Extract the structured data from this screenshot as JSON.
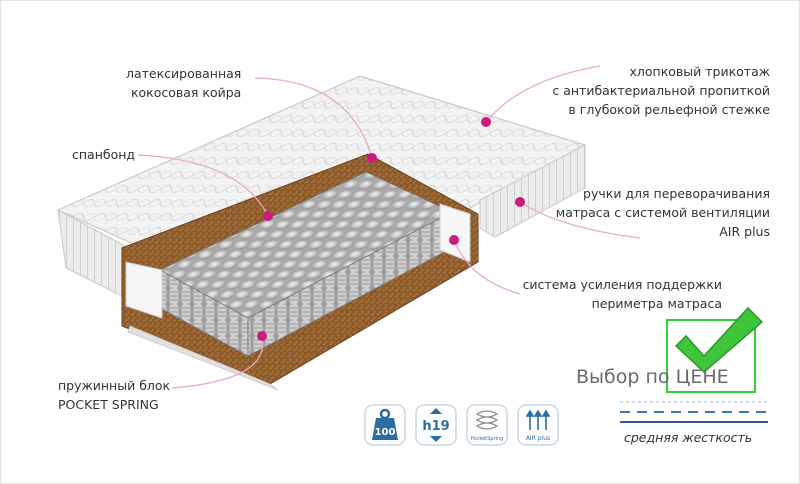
{
  "labels": {
    "latex_coir": [
      "латексированная",
      "кокосовая койра"
    ],
    "spunbond": [
      "спанбонд"
    ],
    "cotton_knit": [
      "хлопковый трикотаж",
      "с антибактериальной пропиткой",
      "в глубокой рельефной стежке"
    ],
    "handles": [
      "ручки для переворачивания",
      "матраса с системой вентиляции",
      "AIR plus"
    ],
    "perimeter": [
      "система усиления поддержки",
      "периметра матраса"
    ],
    "spring_block": [
      "пружинный блок",
      "POCKET SPRING"
    ]
  },
  "badge": {
    "text": "Выбор по ЦЕНЕ",
    "icon": "green-checkmark-icon",
    "frame_color": "#33cc33"
  },
  "features": [
    {
      "icon": "max-load-weight-icon",
      "text": "100"
    },
    {
      "icon": "height-icon",
      "text": "h19"
    },
    {
      "icon": "pocket-spring-icon",
      "text": "PocketSpring"
    },
    {
      "icon": "air-ventilation-icon",
      "text": "AIR plus"
    }
  ],
  "firmness": {
    "label": "средняя жесткость"
  },
  "colors": {
    "marker": "#cc1b7e",
    "leader_line": "#e7a9cb",
    "coir": "#8b5a2b",
    "feature_icon": "#2a6da3"
  }
}
